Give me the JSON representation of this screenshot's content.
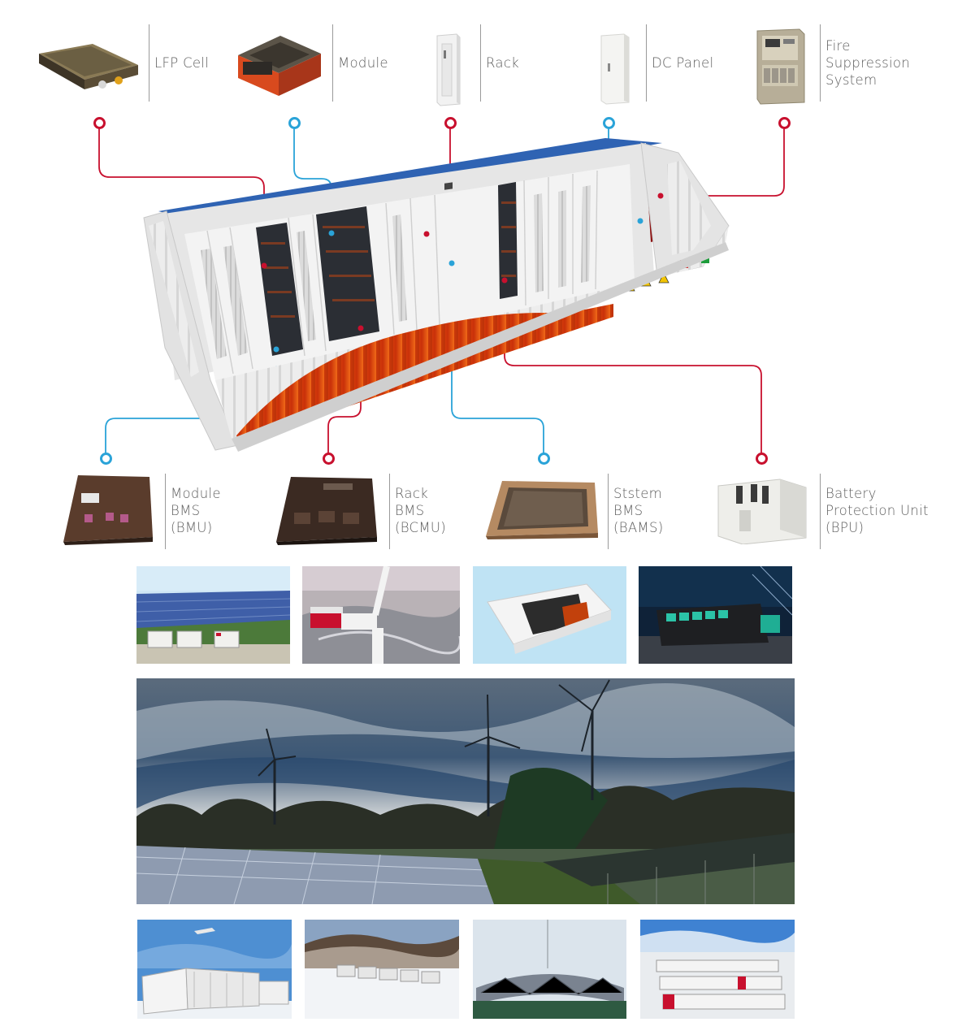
{
  "colors": {
    "red": "#c8102e",
    "blue": "#2aa3d8",
    "text": "#5e5e5e",
    "divider": "#9a9a9a"
  },
  "top_components": [
    {
      "lines": [
        "LFP Cell"
      ],
      "connector": "red"
    },
    {
      "lines": [
        "Module"
      ],
      "connector": "blue"
    },
    {
      "lines": [
        "Rack"
      ],
      "connector": "red"
    },
    {
      "lines": [
        "DC Panel"
      ],
      "connector": "blue"
    },
    {
      "lines": [
        "Fire",
        "Suppression",
        "System"
      ],
      "connector": "red"
    }
  ],
  "bottom_components": [
    {
      "lines": [
        "Module",
        "BMS",
        "(BMU)"
      ],
      "connector": "blue"
    },
    {
      "lines": [
        "Rack",
        "BMS",
        "(BCMU)"
      ],
      "connector": "red"
    },
    {
      "lines": [
        "Ststem",
        "BMS",
        "(BAMS)"
      ],
      "connector": "blue"
    },
    {
      "lines": [
        "Battery",
        "Protection Unit",
        "(BPU)"
      ],
      "connector": "red"
    }
  ],
  "photos": {
    "row1": [
      "solar-field-photo",
      "wind-turbine-aerial-photo",
      "container-render-photo",
      "night-installation-photo"
    ],
    "banner": "wind-and-solar-landscape-photo",
    "row3": [
      "airport-installation-photo",
      "snow-field-installation-photo",
      "stadium-installation-photo",
      "snow-rooftop-installation-photo"
    ]
  }
}
